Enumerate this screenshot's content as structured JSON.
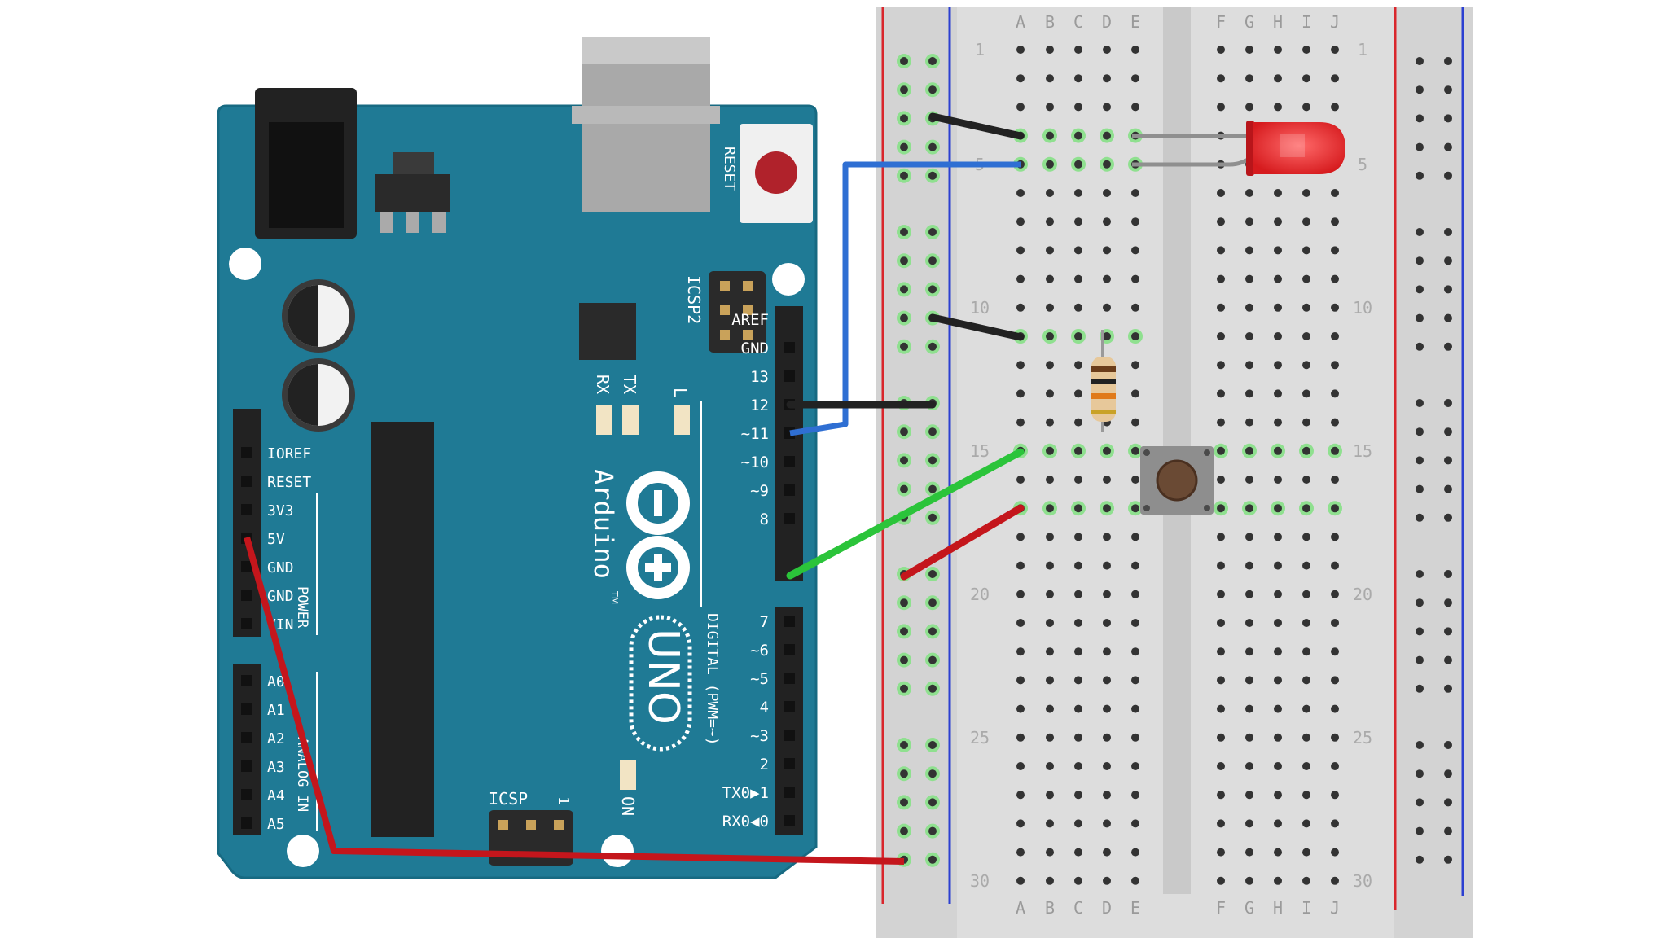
{
  "arduino": {
    "reset_label": "RESET",
    "icsp2_label": "ICSP2",
    "icsp_label": "ICSP",
    "icsp_pin1": "1",
    "rx_label": "RX",
    "tx_label": "TX",
    "l_label": "L",
    "on_label": "ON",
    "brand": "Arduino",
    "tm": "TM",
    "model": "UNO",
    "digital_label": "DIGITAL (PWM=~)",
    "power_label": "POWER",
    "analog_label": "ANALOG IN",
    "power_pins": [
      "IOREF",
      "RESET",
      "3V3",
      "5V",
      "GND",
      "GND",
      "VIN"
    ],
    "analog_pins": [
      "A0",
      "A1",
      "A2",
      "A3",
      "A4",
      "A5"
    ],
    "digital_upper": [
      "AREF",
      "GND",
      "13",
      "12",
      "~11",
      "~10",
      "~9",
      "8"
    ],
    "digital_lower": [
      "7",
      "~6",
      "~5",
      "4",
      "~3",
      "2",
      "TX0▶1",
      "RX0◀0"
    ]
  },
  "breadboard": {
    "columns_left": [
      "A",
      "B",
      "C",
      "D",
      "E"
    ],
    "columns_right": [
      "F",
      "G",
      "H",
      "I",
      "J"
    ],
    "row_numbers": [
      "1",
      "5",
      "10",
      "15",
      "20",
      "25",
      "30"
    ]
  },
  "colors": {
    "board": "#1f7a95",
    "board_edge": "#176a82",
    "breadboard": "#d9d9d9",
    "wire_black": "#222222",
    "wire_blue": "#2f6fd3",
    "wire_green": "#2bc43a",
    "wire_red": "#c4161c",
    "led": "#e8282b",
    "rail_red": "#d9262c",
    "rail_blue": "#2b3fd1"
  }
}
